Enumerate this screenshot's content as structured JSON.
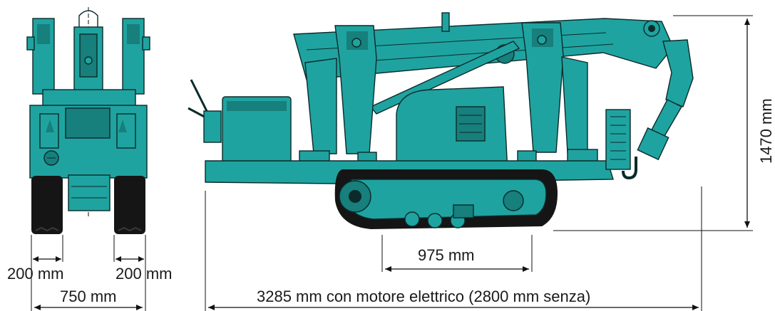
{
  "colors": {
    "machine": "#1fa3a0",
    "machine_dark": "#177f7c",
    "dimension_lines": "#111111",
    "background": "#ffffff"
  },
  "dimensions": {
    "track_width_left": "200 mm",
    "track_width_right": "200 mm",
    "overall_width": "750 mm",
    "track_ground_length": "975 mm",
    "overall_length": "3285 mm con motore elettrico (2800 mm senza)",
    "height": "1470 mm"
  }
}
